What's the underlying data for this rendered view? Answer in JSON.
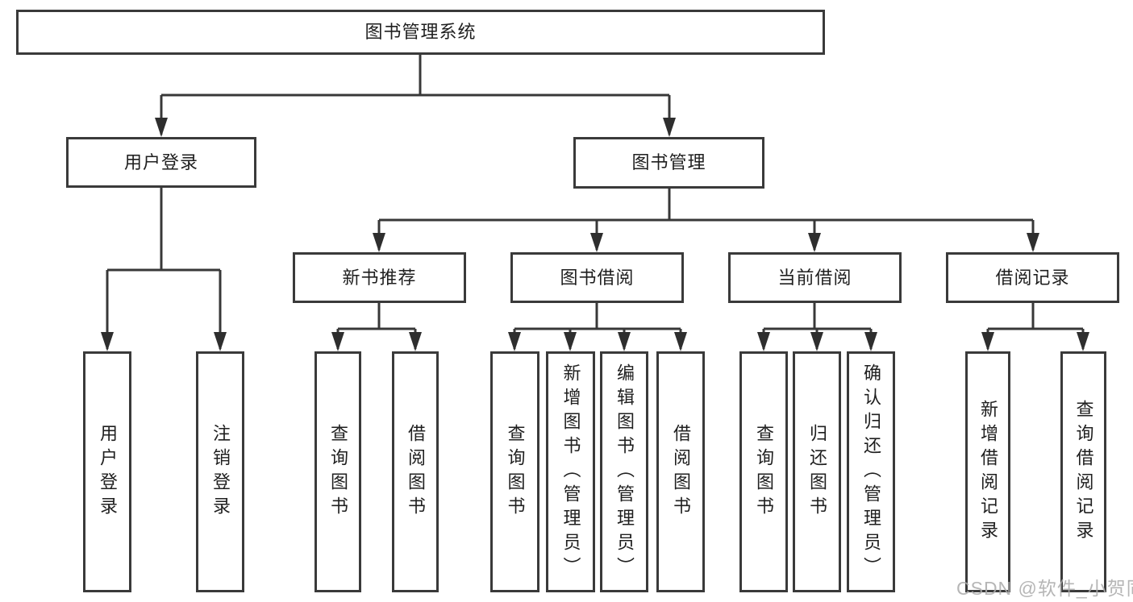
{
  "diagram": {
    "root": {
      "label": "图书管理系统"
    },
    "level2": [
      {
        "id": "user-login",
        "label": "用户登录"
      },
      {
        "id": "book-management",
        "label": "图书管理"
      }
    ],
    "level3": [
      {
        "id": "new-book-recommend",
        "label": "新书推荐",
        "parent": "图书管理"
      },
      {
        "id": "book-borrow",
        "label": "图书借阅",
        "parent": "图书管理"
      },
      {
        "id": "current-borrow",
        "label": "当前借阅",
        "parent": "图书管理"
      },
      {
        "id": "borrow-records",
        "label": "借阅记录",
        "parent": "图书管理"
      }
    ],
    "leaves": [
      {
        "id": "leaf-user-login",
        "label": "用户登录",
        "parent": "用户登录"
      },
      {
        "id": "leaf-logout",
        "label": "注销登录",
        "parent": "用户登录"
      },
      {
        "id": "leaf-query-books-recommend",
        "label": "查询图书",
        "parent": "新书推荐"
      },
      {
        "id": "leaf-borrow-books-recommend",
        "label": "借阅图书",
        "parent": "新书推荐"
      },
      {
        "id": "leaf-query-books-borrow",
        "label": "查询图书",
        "parent": "图书借阅"
      },
      {
        "id": "leaf-add-books-admin",
        "label": "新增图书（管理员）",
        "parent": "图书借阅"
      },
      {
        "id": "leaf-edit-books-admin",
        "label": "编辑图书（管理员）",
        "parent": "图书借阅"
      },
      {
        "id": "leaf-borrow-books",
        "label": "借阅图书",
        "parent": "图书借阅"
      },
      {
        "id": "leaf-query-books-current",
        "label": "查询图书",
        "parent": "当前借阅"
      },
      {
        "id": "leaf-return-books",
        "label": "归还图书",
        "parent": "当前借阅"
      },
      {
        "id": "leaf-confirm-return-admin",
        "label": "确认归还（管理员）",
        "parent": "当前借阅"
      },
      {
        "id": "leaf-add-borrow-record",
        "label": "新增借阅记录",
        "parent": "借阅记录"
      },
      {
        "id": "leaf-query-borrow-record",
        "label": "查询借阅记录",
        "parent": "借阅记录"
      }
    ]
  },
  "watermark": {
    "text": "CSDN @软件_小贺同学"
  },
  "colors": {
    "background": "#ffffff",
    "box_border": "#3a3a3a",
    "connector_line": "#383838",
    "arrow_fill": "#2e2e2e",
    "text": "#1f1f1f",
    "watermark_text": "#acacac"
  }
}
